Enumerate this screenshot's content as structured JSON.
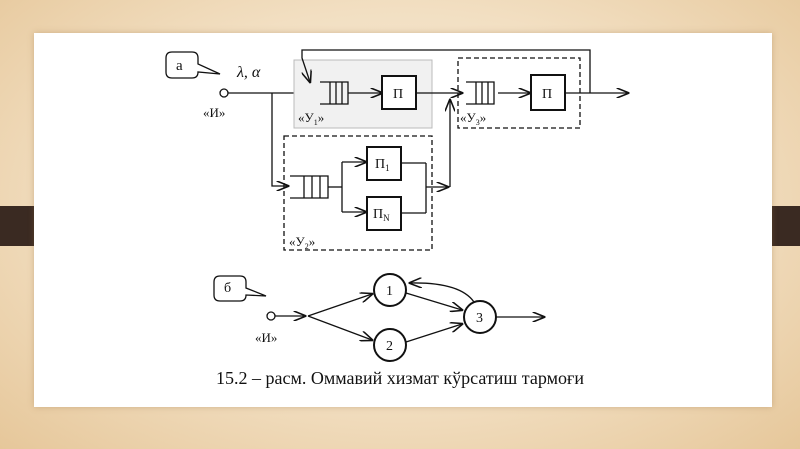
{
  "diagram_a": {
    "callout": "а",
    "params": "λ, α",
    "source": "«И»",
    "node_u1": "«У",
    "node_u1_sub": "1",
    "node_u2": "«У",
    "node_u2_sub": "2",
    "node_u3": "«У",
    "node_u3_sub": "3",
    "server": "П",
    "server_1": "П",
    "server_1_sub": "1",
    "server_n": "П",
    "server_n_sub": "N",
    "close_quote": "»"
  },
  "diagram_b": {
    "callout": "б",
    "source": "«И»",
    "node_1": "1",
    "node_2": "2",
    "node_3": "3"
  },
  "caption": "15.2 – расм. Оммавий хизмат кўрсатиш тармоғи"
}
